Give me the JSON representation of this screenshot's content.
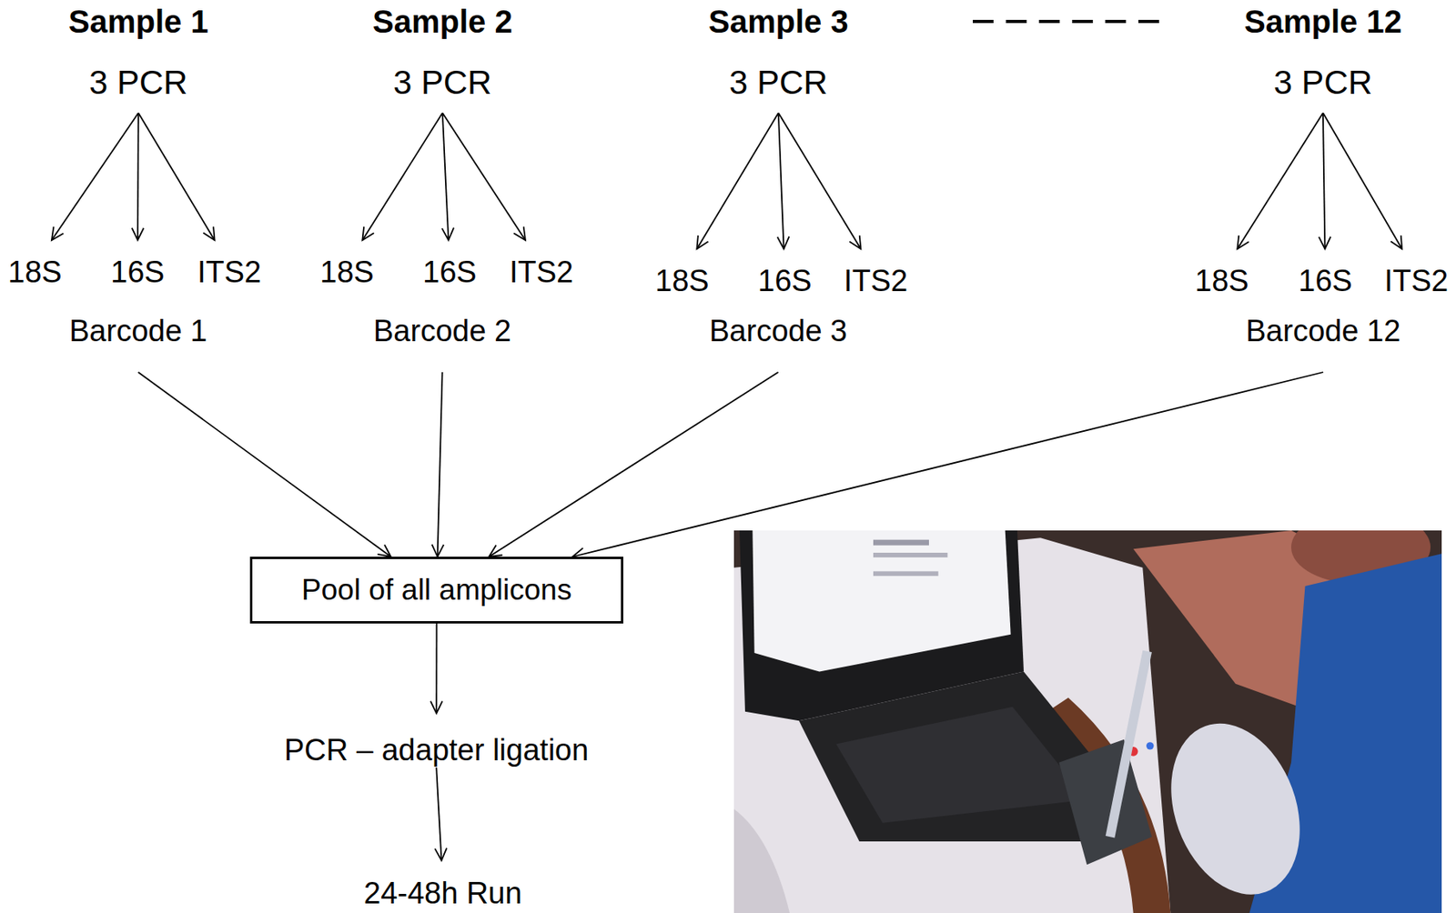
{
  "diagram": {
    "nodes": [
      {
        "text": [
          "Sample 1",
          "3 PCR"
        ]
      },
      {
        "text": [
          "18S"
        ]
      },
      {
        "text": [
          "16S"
        ]
      },
      {
        "text": [
          "ITS2"
        ]
      },
      {
        "text": [
          "Barcode 1"
        ]
      },
      {
        "text": [
          "Sample 2",
          "3 PCR"
        ]
      },
      {
        "text": [
          "18S"
        ]
      },
      {
        "text": [
          "16S"
        ]
      },
      {
        "text": [
          "ITS2"
        ]
      },
      {
        "text": [
          "Barcode 2"
        ]
      },
      {
        "text": [
          "Sample 3",
          "3 PCR"
        ]
      },
      {
        "text": [
          "18S"
        ]
      },
      {
        "text": [
          "16S"
        ]
      },
      {
        "text": [
          "ITS2"
        ]
      },
      {
        "text": [
          "Barcode 3"
        ]
      },
      {
        "text": [
          "Sample 12",
          "3 PCR"
        ]
      },
      {
        "text": [
          "18S"
        ]
      },
      {
        "text": [
          "16S"
        ]
      },
      {
        "text": [
          "ITS2"
        ]
      },
      {
        "text": [
          "Barcode 12"
        ]
      },
      {
        "text": [
          "Pool of all amplicons"
        ]
      },
      {
        "text": [
          "PCR – adapter ligation"
        ]
      },
      {
        "text": [
          "24-48h Run"
        ]
      }
    ],
    "edges": [
      {
        "from": 0,
        "to": 1,
        "arrow": "to"
      },
      {
        "from": 0,
        "to": 2,
        "arrow": "to"
      },
      {
        "from": 0,
        "to": 3,
        "arrow": "to"
      },
      {
        "from": 5,
        "to": 6,
        "arrow": "to"
      },
      {
        "from": 5,
        "to": 7,
        "arrow": "to"
      },
      {
        "from": 5,
        "to": 8,
        "arrow": "to"
      },
      {
        "from": 10,
        "to": 11,
        "arrow": "to"
      },
      {
        "from": 10,
        "to": 12,
        "arrow": "to"
      },
      {
        "from": 10,
        "to": 13,
        "arrow": "to"
      },
      {
        "from": 15,
        "to": 16,
        "arrow": "to"
      },
      {
        "from": 15,
        "to": 17,
        "arrow": "to"
      },
      {
        "from": 15,
        "to": 18,
        "arrow": "to"
      },
      {
        "from": 4,
        "to": 20,
        "arrow": "to"
      },
      {
        "from": 9,
        "to": 20,
        "arrow": "to"
      },
      {
        "from": 14,
        "to": 20,
        "arrow": "to"
      },
      {
        "from": 19,
        "to": 20,
        "arrow": "to"
      },
      {
        "from": 20,
        "to": 21,
        "arrow": "to"
      },
      {
        "from": 21,
        "to": 22,
        "arrow": "to"
      }
    ]
  }
}
